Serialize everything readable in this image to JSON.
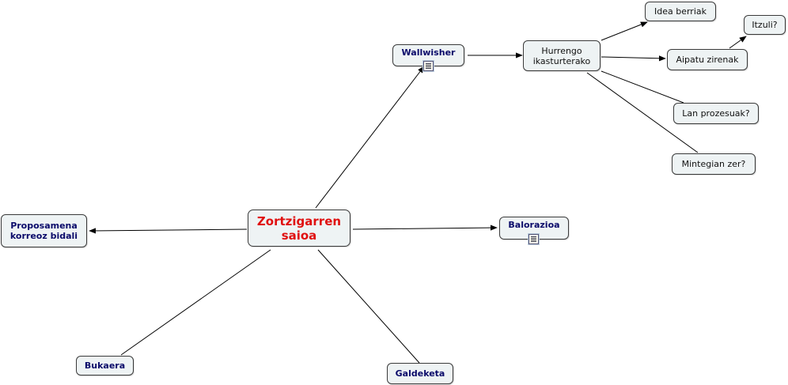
{
  "map": {
    "nodes": {
      "central": {
        "label": "Zortzigarren saioa"
      },
      "wallwisher": {
        "label": "Wallwisher",
        "icon": "document-icon"
      },
      "hurrengo": {
        "label": "Hurrengo ikasturterako"
      },
      "idea_berriak": {
        "label": "Idea berriak"
      },
      "itzuli": {
        "label": "Itzuli?"
      },
      "aipatu": {
        "label": "Aipatu zirenak"
      },
      "lan_prozesuak": {
        "label": "Lan prozesuak?"
      },
      "mintegian": {
        "label": "Mintegian zer?"
      },
      "balorazioa": {
        "label": "Balorazioa",
        "icon": "document-icon"
      },
      "proposamena": {
        "label": "Proposamena korreoz bidali"
      },
      "bukaera": {
        "label": "Bukaera"
      },
      "galdeketa": {
        "label": "Galdeketa"
      }
    },
    "colors": {
      "node_fill": "#eef3f4",
      "node_border": "#3a3a3a",
      "central_text": "#e01010",
      "bold_text": "#0a0a6a",
      "link": "#000000"
    }
  }
}
